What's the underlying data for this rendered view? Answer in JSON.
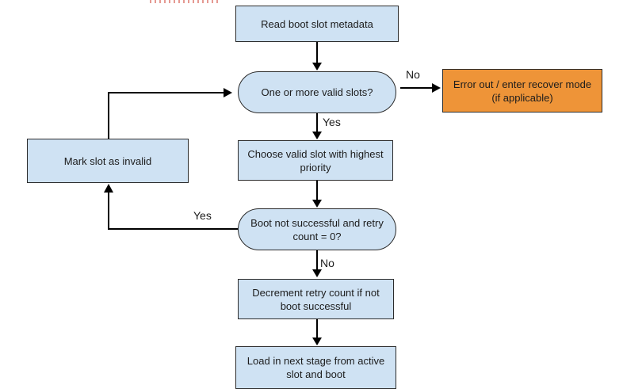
{
  "colors": {
    "node_fill_blue": "#cfe2f3",
    "node_fill_orange": "#ee9438",
    "node_border": "#2b2b2b",
    "arrow": "#000000",
    "artifact_dots": "#e59a93"
  },
  "nodes": {
    "read_metadata": {
      "label": "Read boot slot metadata",
      "shape": "rect"
    },
    "valid_slots": {
      "label": "One or more valid slots?",
      "shape": "stadium"
    },
    "error_recover": {
      "label": "Error out / enter recover mode (if applicable)",
      "shape": "rect"
    },
    "choose_slot": {
      "label": "Choose valid slot with highest priority",
      "shape": "rect"
    },
    "mark_invalid": {
      "label": "Mark slot as invalid",
      "shape": "rect"
    },
    "boot_retry_check": {
      "label": "Boot not successful and retry count = 0?",
      "shape": "stadium"
    },
    "decrement_retry": {
      "label": "Decrement retry count if not boot successful",
      "shape": "rect"
    },
    "load_next_stage": {
      "label": "Load in next stage from active slot and boot",
      "shape": "rect"
    }
  },
  "edge_labels": {
    "valid_slots_no": "No",
    "valid_slots_yes": "Yes",
    "boot_check_yes": "Yes",
    "boot_check_no": "No"
  }
}
